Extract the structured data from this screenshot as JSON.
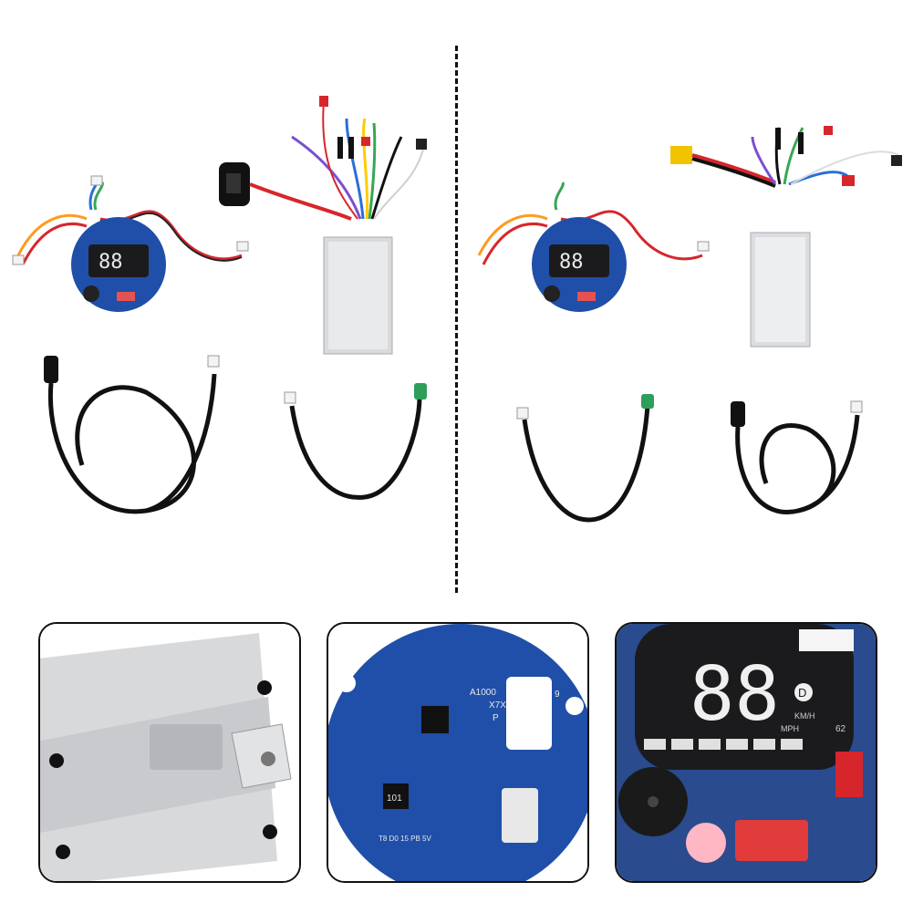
{
  "image": {
    "background": "#ffffff",
    "kits": [
      {
        "id": "left",
        "controller_color": "#d9dadc",
        "connector_color": "#111111"
      },
      {
        "id": "right",
        "controller_color": "#dcdde0",
        "connector_color": "#f2c300"
      }
    ],
    "panels": [
      {
        "id": "controller-case-closeup",
        "subject": "controller case with mounting bracket"
      },
      {
        "id": "pcb-back-closeup",
        "subject": "blue circuit board back side",
        "texts": {
          "chip_a": "A1000",
          "chip_b": "X7X",
          "chip_c": "P",
          "inductor": "101",
          "pads": "T8 D0  15  PB  5V",
          "chip_d": "9"
        }
      },
      {
        "id": "display-closeup",
        "subject": "LED display board front",
        "texts": {
          "digits": "88",
          "unit_kmh": "KM/H",
          "unit_mph": "MPH",
          "gear": "D",
          "side": "62"
        }
      }
    ],
    "colors": {
      "pcb_blue": "#1f4fa8",
      "display_black": "#1b1b1d",
      "wire_red": "#d7262b",
      "cable_black": "#111111"
    }
  }
}
